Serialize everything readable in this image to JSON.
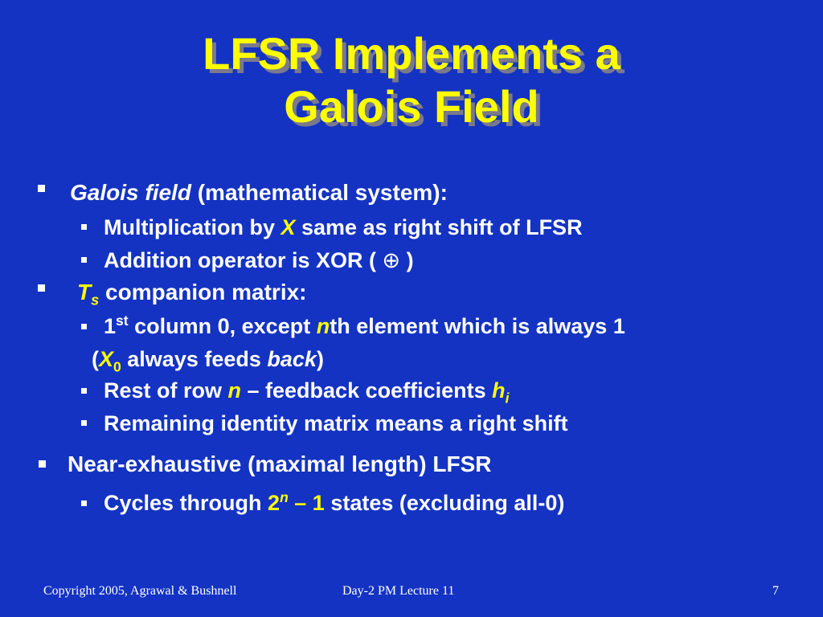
{
  "slide": {
    "title_line1": "LFSR Implements a",
    "title_line2": "Galois Field",
    "b1": {
      "term": "Galois field",
      "rest": " (mathematical system):"
    },
    "b1a": {
      "pre": "Multiplication by ",
      "x": "X",
      "post": " same as right shift of LFSR"
    },
    "b1b": {
      "pre": "Addition operator is XOR ( ",
      "sym": "⊕",
      "post": " )"
    },
    "b2": {
      "t": "T",
      "s": "s",
      "rest": " companion matrix:"
    },
    "b2a": {
      "one": "1",
      "st": "st",
      "mid": " column 0, except ",
      "n": "n",
      "post": "th element which is always 1",
      "open": "(",
      "x": "X",
      "zero": "0",
      "feeds": " always feeds ",
      "back": "back",
      "close": ")"
    },
    "b2b": {
      "pre": "Rest of row ",
      "n": "n",
      "mid": " – feedback coefficients ",
      "h": "h",
      "i": "i"
    },
    "b2c": {
      "text": "Remaining identity matrix means a right shift"
    },
    "b3": {
      "text": "Near-exhaustive (maximal length) LFSR"
    },
    "b3a": {
      "pre": "Cycles through ",
      "two": "2",
      "n": "n",
      "minus": " – 1",
      "post": " states (excluding all-0)"
    }
  },
  "footer": {
    "copyright": "Copyright 2005, Agrawal & Bushnell",
    "lecture": "Day-2 PM Lecture 11",
    "page": "7"
  },
  "colors": {
    "background": "#1433C2",
    "title": "#FFFF00",
    "accent": "#FFFF00",
    "text": "#FFFFFF"
  }
}
